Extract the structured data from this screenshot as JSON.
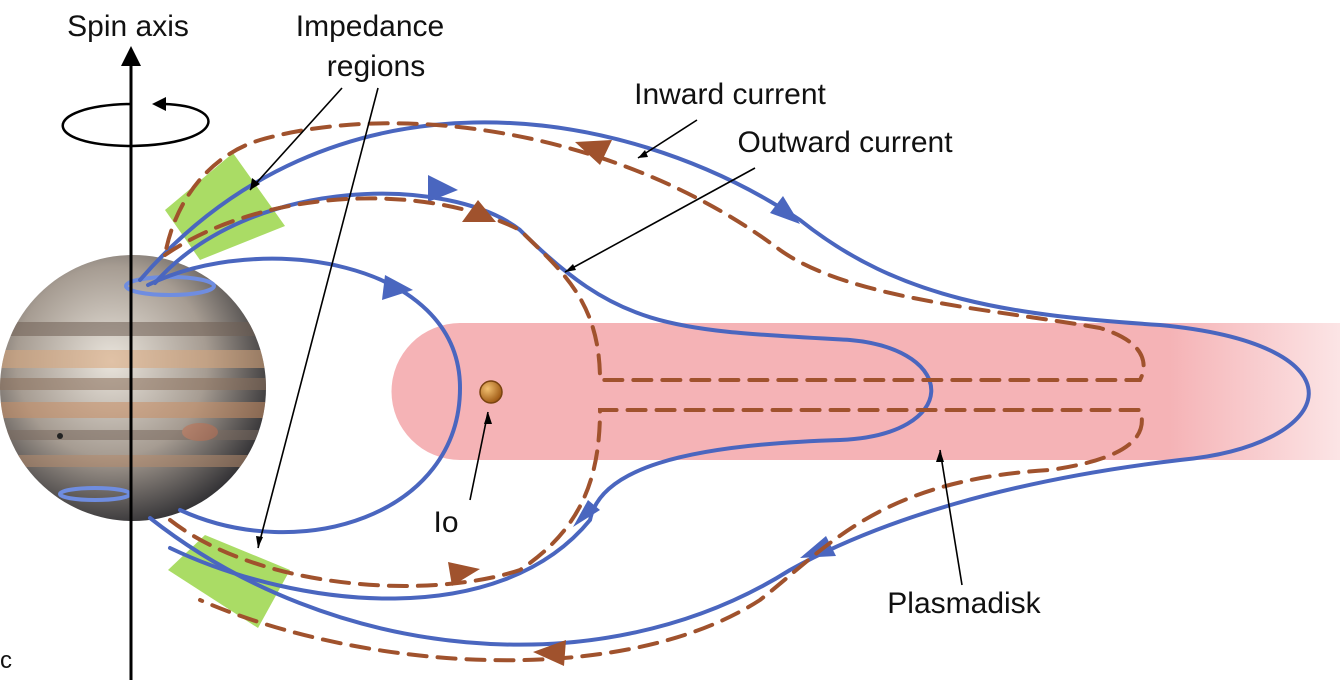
{
  "labels": {
    "spin_axis": "Spin axis",
    "impedance_line1": "Impedance",
    "impedance_line2": "regions",
    "inward_current": "Inward current",
    "outward_current": "Outward current",
    "io": "Io",
    "plasmadisk": "Plasmadisk",
    "corner_mark": "c"
  },
  "colors": {
    "field_line": "#4a66bf",
    "current_line": "#a0522d",
    "plasmadisk": "#f5b3b6",
    "impedance_region": "#9bd64a",
    "io": "#c8741c",
    "label_text": "#111111"
  }
}
